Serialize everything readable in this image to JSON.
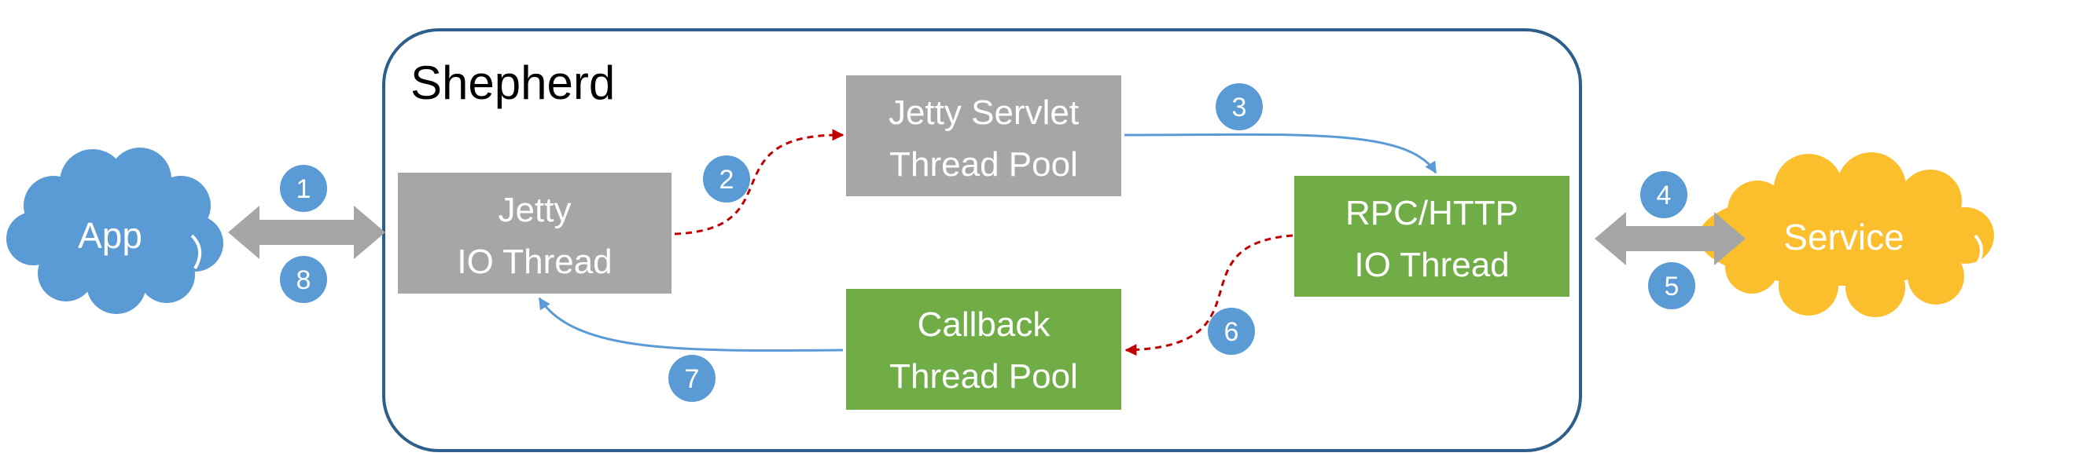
{
  "colors": {
    "gray_box": "#a6a6a6",
    "green_box": "#70ad47",
    "app_cloud": "#5b9bd5",
    "service_cloud": "#fbbf2d",
    "container_border": "#2e5f8a",
    "badge": "#5b9bd5",
    "blue_arrow": "#5b9bd5",
    "red_arrow": "#c00000",
    "double_arrow": "#a6a6a6"
  },
  "container": {
    "title": "Shepherd"
  },
  "clouds": {
    "app": {
      "label": "App"
    },
    "service": {
      "label": "Service"
    }
  },
  "boxes": {
    "jetty_io": {
      "line1": "Jetty",
      "line2": "IO Thread"
    },
    "servlet_pool": {
      "line1": "Jetty Servlet",
      "line2": "Thread Pool"
    },
    "rpc_io": {
      "line1": "RPC/HTTP",
      "line2": "IO Thread"
    },
    "callback_pool": {
      "line1": "Callback",
      "line2": "Thread Pool"
    }
  },
  "steps": [
    "1",
    "2",
    "3",
    "4",
    "5",
    "6",
    "7",
    "8"
  ]
}
